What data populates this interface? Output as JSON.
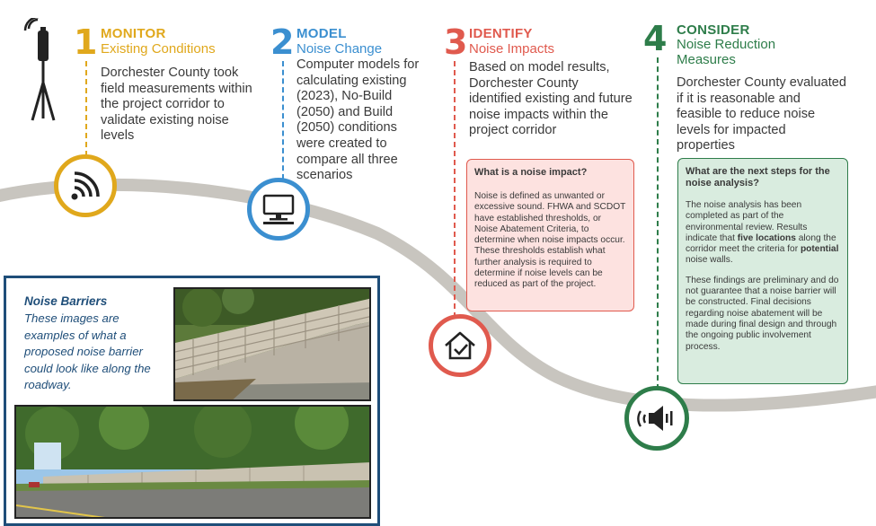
{
  "steps": [
    {
      "number": "1",
      "title": "MONITOR",
      "subtitle": "Existing Conditions",
      "body": "Dorchester County took field measurements within the project corridor to validate existing noise levels",
      "icon": "sound-waves-icon",
      "color": "#e0a81c"
    },
    {
      "number": "2",
      "title": "MODEL",
      "subtitle": "Noise Change",
      "body": "Computer models for calculating existing (2023), No-Build (2050) and Build (2050) conditions were created to compare all three scenarios",
      "icon": "computer-icon",
      "color": "#3b8fd0"
    },
    {
      "number": "3",
      "title": "IDENTIFY",
      "subtitle": "Noise Impacts",
      "body": "Based on model results, Dorchester County identified existing and future noise impacts within the project corridor",
      "icon": "house-check-icon",
      "color": "#e05a4e"
    },
    {
      "number": "4",
      "title": "CONSIDER",
      "subtitle": "Noise Reduction Measures",
      "body": "Dorchester County evaluated if it is reasonable and feasible to reduce noise levels for impacted properties",
      "icon": "speaker-icon",
      "color": "#2e7d4a"
    }
  ],
  "impact_box": {
    "title": "What is a noise impact?",
    "body": "Noise is defined as unwanted or excessive sound. FHWA and SCDOT have established thresholds, or Noise Abatement Criteria, to determine when noise impacts occur. These thresholds establish what further analysis is required to determine if noise levels can be reduced as part of the project."
  },
  "next_steps_box": {
    "title": "What are the next steps for the noise analysis?",
    "p1_a": "The noise analysis has been completed as part of the environmental review. Results indicate that ",
    "p1_b": "five locations",
    "p1_c": " along the corridor meet the criteria for ",
    "p1_d": "potential",
    "p1_e": " noise walls.",
    "p2": "These findings are preliminary and do not guarantee that a noise barrier will be constructed. Final decisions regarding noise abatement will be made during final design and through the ongoing public involvement process."
  },
  "barriers": {
    "title": "Noise Barriers",
    "caption": "These images are examples of what a proposed noise barrier could look like along the roadway."
  },
  "colors": {
    "road": "#c8c5bf",
    "panel_border": "#1f4e79",
    "next_box_bg": "#d9ecdf",
    "impact_box_bg": "#fde2e0"
  }
}
